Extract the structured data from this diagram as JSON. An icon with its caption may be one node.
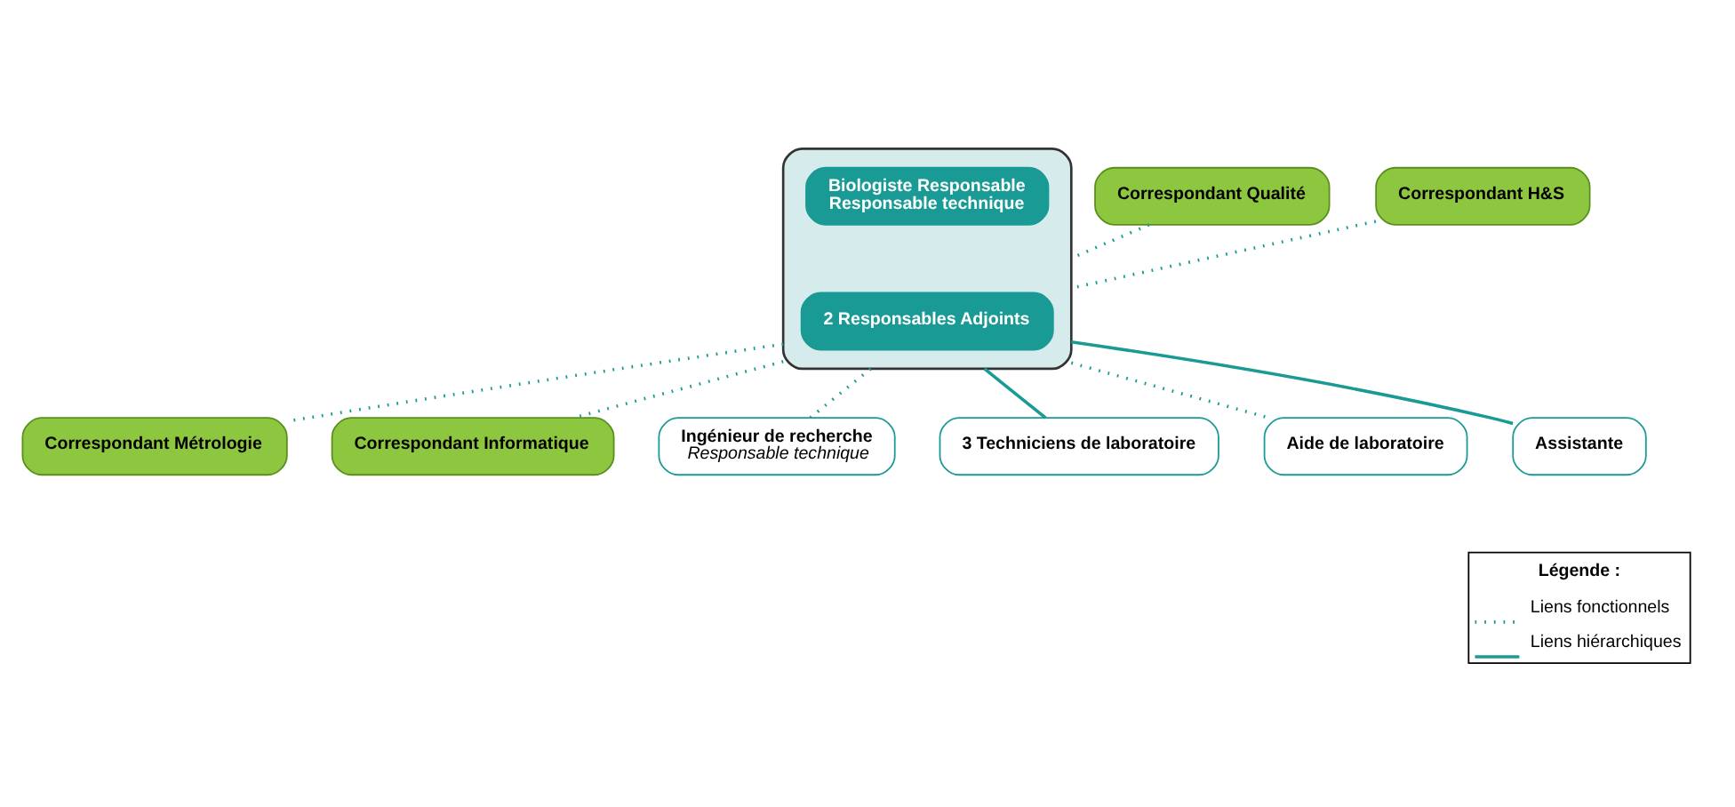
{
  "diagram": {
    "nodes": [
      {
        "text": [],
        "shape": "box"
      },
      {
        "text": [
          "Biologiste Responsable",
          "Responsable technique"
        ],
        "in": 0
      },
      {
        "text": [
          "2 Responsables Adjoints"
        ],
        "in": 0
      },
      {
        "text": [
          "Correspondant Qualité"
        ]
      },
      {
        "text": [
          "Correspondant H&S"
        ]
      },
      {
        "text": [
          "Correspondant Métrologie"
        ]
      },
      {
        "text": [
          "Correspondant Informatique"
        ]
      },
      {
        "text": [
          "Ingénieur de recherche",
          "Responsable technique"
        ]
      },
      {
        "text": [
          "3 Techniciens de laboratoire"
        ]
      },
      {
        "text": [
          "Aide de laboratoire"
        ]
      },
      {
        "text": [
          "Assistante"
        ]
      }
    ],
    "edges": [
      {
        "from": 3,
        "to": 0,
        "arrow": "none",
        "style": "dashed"
      },
      {
        "from": 4,
        "to": 0,
        "arrow": "none",
        "style": "dashed"
      },
      {
        "from": 0,
        "to": 5,
        "arrow": "none",
        "style": "dashed"
      },
      {
        "from": 0,
        "to": 6,
        "arrow": "none",
        "style": "dashed"
      },
      {
        "from": 0,
        "to": 7,
        "arrow": "none",
        "style": "dashed"
      },
      {
        "from": 0,
        "to": 8,
        "arrow": "none"
      },
      {
        "from": 0,
        "to": 9,
        "arrow": "none",
        "style": "dashed"
      },
      {
        "from": 0,
        "to": 10,
        "arrow": "none"
      }
    ],
    "labels": [
      "Légende :"
    ],
    "legend": [
      {
        "text": "Liens fonctionnels"
      },
      {
        "text": "Liens hiérarchiques"
      }
    ]
  }
}
